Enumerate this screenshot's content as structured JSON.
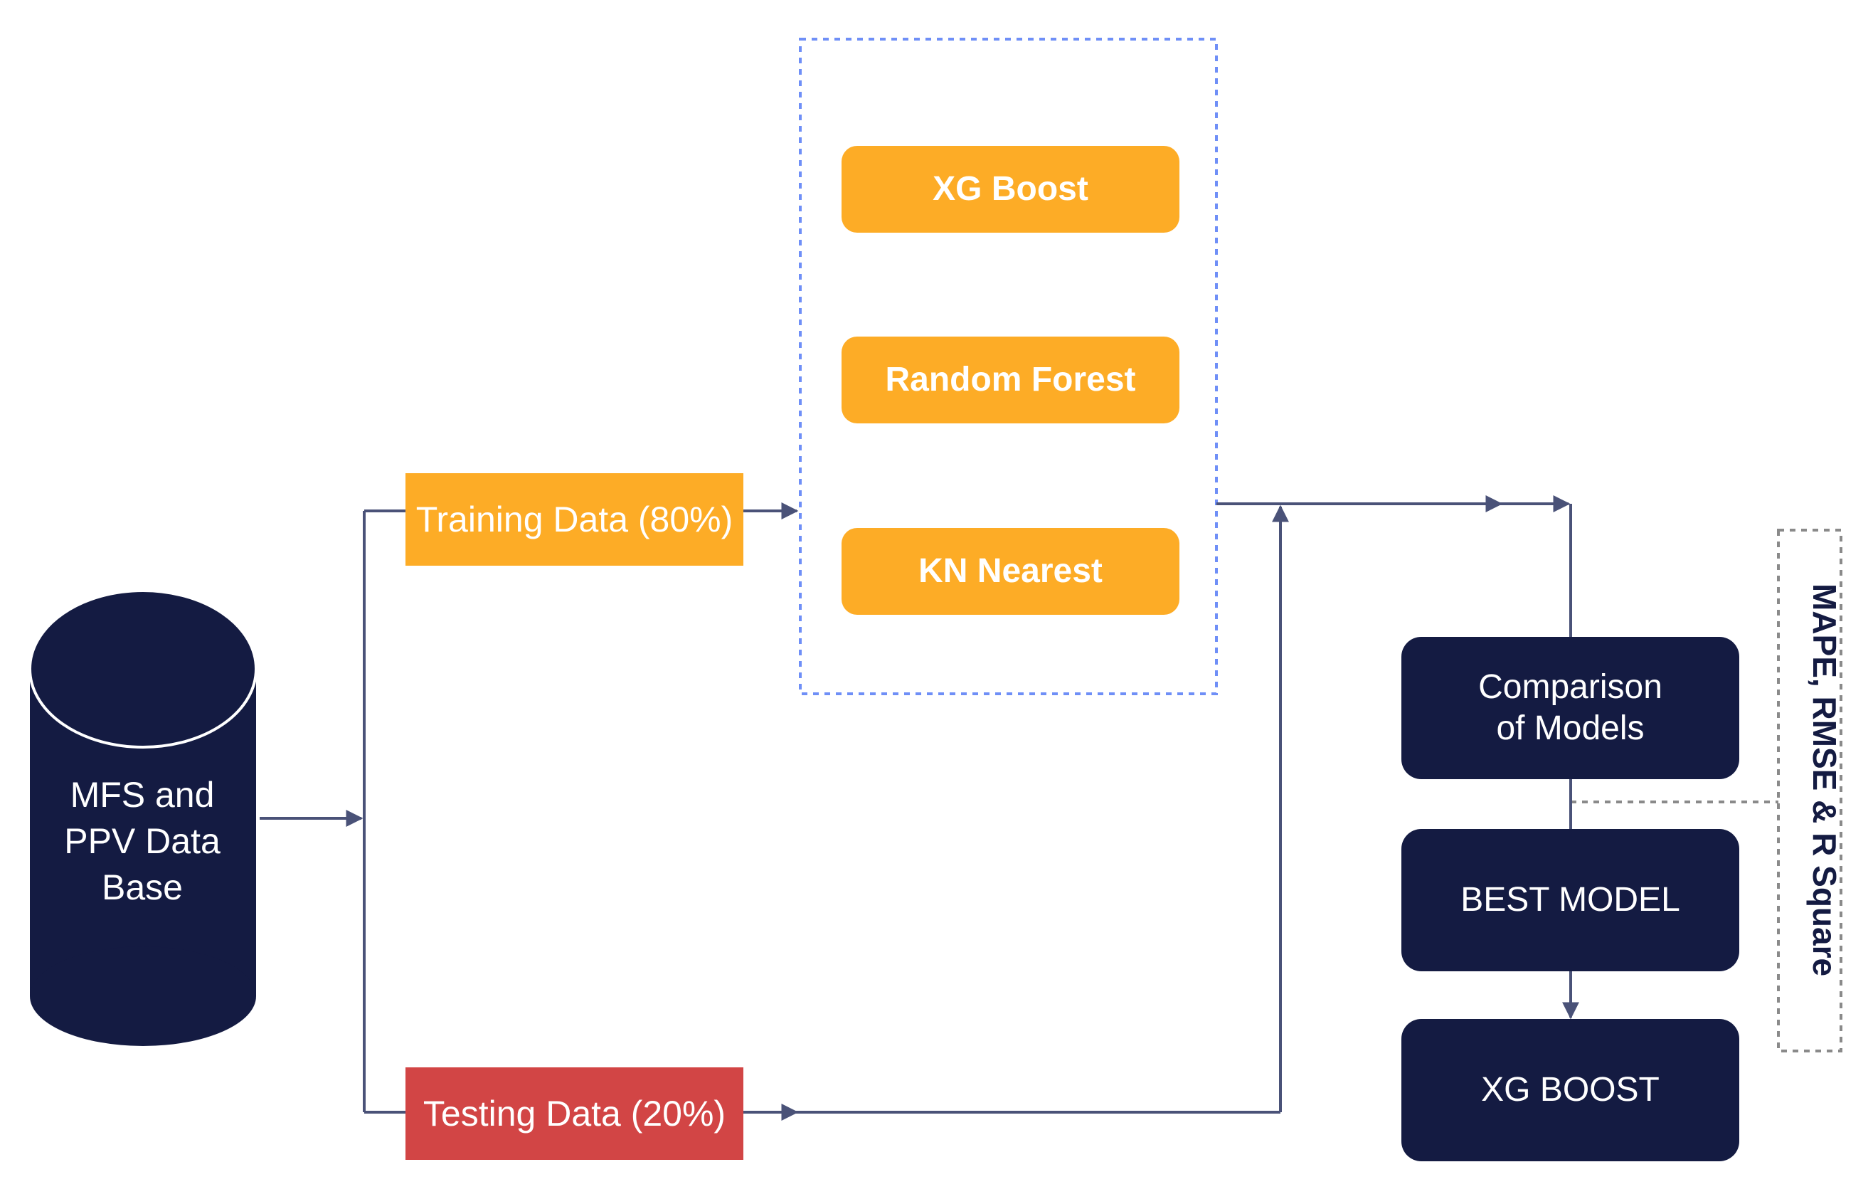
{
  "database": {
    "label_lines": [
      "MFS and",
      "PPV Data",
      "Base"
    ]
  },
  "split": {
    "training": "Training Data (80%)",
    "testing": "Testing Data (20%)"
  },
  "models": {
    "items": [
      "XG Boost",
      "Random Forest",
      "KN Nearest"
    ]
  },
  "evaluation": {
    "comparison": "Comparison of Models",
    "best": "BEST MODEL",
    "final": "XG BOOST",
    "metrics": "MAPE, RMSE & R Square"
  },
  "colors": {
    "navy": "#141b42",
    "orange": "#fdac26",
    "red": "#d24545",
    "connector": "#4a5278",
    "model_group_border": "#6f8ff7",
    "metrics_border": "#8a8a8a"
  }
}
